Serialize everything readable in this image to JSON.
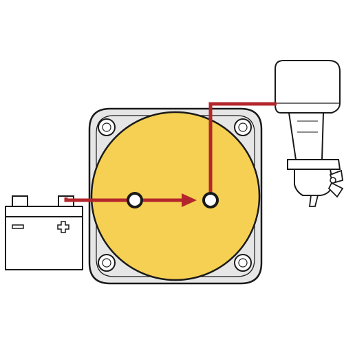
{
  "title": "",
  "colors": {
    "background": "#ffffff",
    "switch_plate": "#e6e6e6",
    "switch_dial": "#f6d052",
    "wire": "#b3262b",
    "outline": "#1a1a1a",
    "terminal_fill": "#ffffff"
  },
  "components": {
    "battery": {
      "icon": "battery-icon",
      "positive_symbol": "+",
      "negative_symbol": "−"
    },
    "switch": {
      "icon": "battery-disconnect-switch-icon",
      "terminals": 2
    },
    "motor": {
      "icon": "outboard-motor-icon"
    }
  },
  "connections": [
    {
      "from": "battery",
      "to": "switch-terminal-1",
      "arrow": true
    },
    {
      "from": "switch-terminal-1",
      "to": "switch-terminal-2",
      "arrow": true
    },
    {
      "from": "switch-terminal-2",
      "to": "motor",
      "arrow": false
    }
  ]
}
